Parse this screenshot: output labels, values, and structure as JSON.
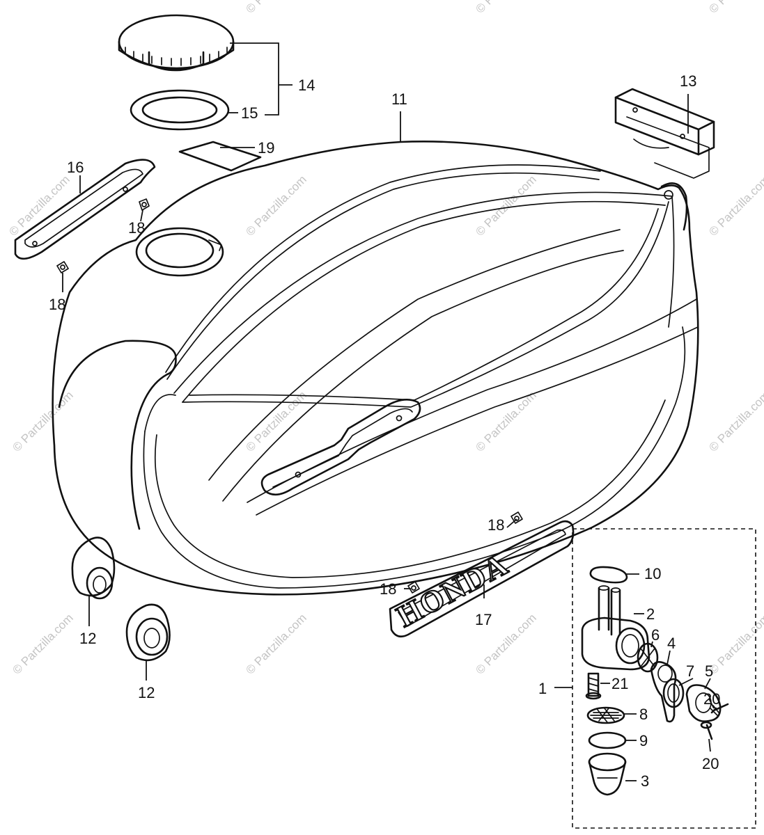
{
  "callouts": [
    {
      "id": "c1",
      "label": "1"
    },
    {
      "id": "c2",
      "label": "2"
    },
    {
      "id": "c3",
      "label": "3"
    },
    {
      "id": "c4",
      "label": "4"
    },
    {
      "id": "c5",
      "label": "5"
    },
    {
      "id": "c6",
      "label": "6"
    },
    {
      "id": "c7",
      "label": "7"
    },
    {
      "id": "c8",
      "label": "8"
    },
    {
      "id": "c9",
      "label": "9"
    },
    {
      "id": "c10",
      "label": "10"
    },
    {
      "id": "c11",
      "label": "11"
    },
    {
      "id": "c12a",
      "label": "12"
    },
    {
      "id": "c12b",
      "label": "12"
    },
    {
      "id": "c13",
      "label": "13"
    },
    {
      "id": "c14",
      "label": "14"
    },
    {
      "id": "c15",
      "label": "15"
    },
    {
      "id": "c16",
      "label": "16"
    },
    {
      "id": "c17",
      "label": "17"
    },
    {
      "id": "c18a",
      "label": "18"
    },
    {
      "id": "c18b",
      "label": "18"
    },
    {
      "id": "c18c",
      "label": "18"
    },
    {
      "id": "c18d",
      "label": "18"
    },
    {
      "id": "c19",
      "label": "19"
    },
    {
      "id": "c20a",
      "label": "20"
    },
    {
      "id": "c20b",
      "label": "20"
    },
    {
      "id": "c21",
      "label": "21"
    }
  ],
  "emblem": {
    "text": "HONDA"
  },
  "watermark": {
    "text": "© Partzilla.com"
  }
}
